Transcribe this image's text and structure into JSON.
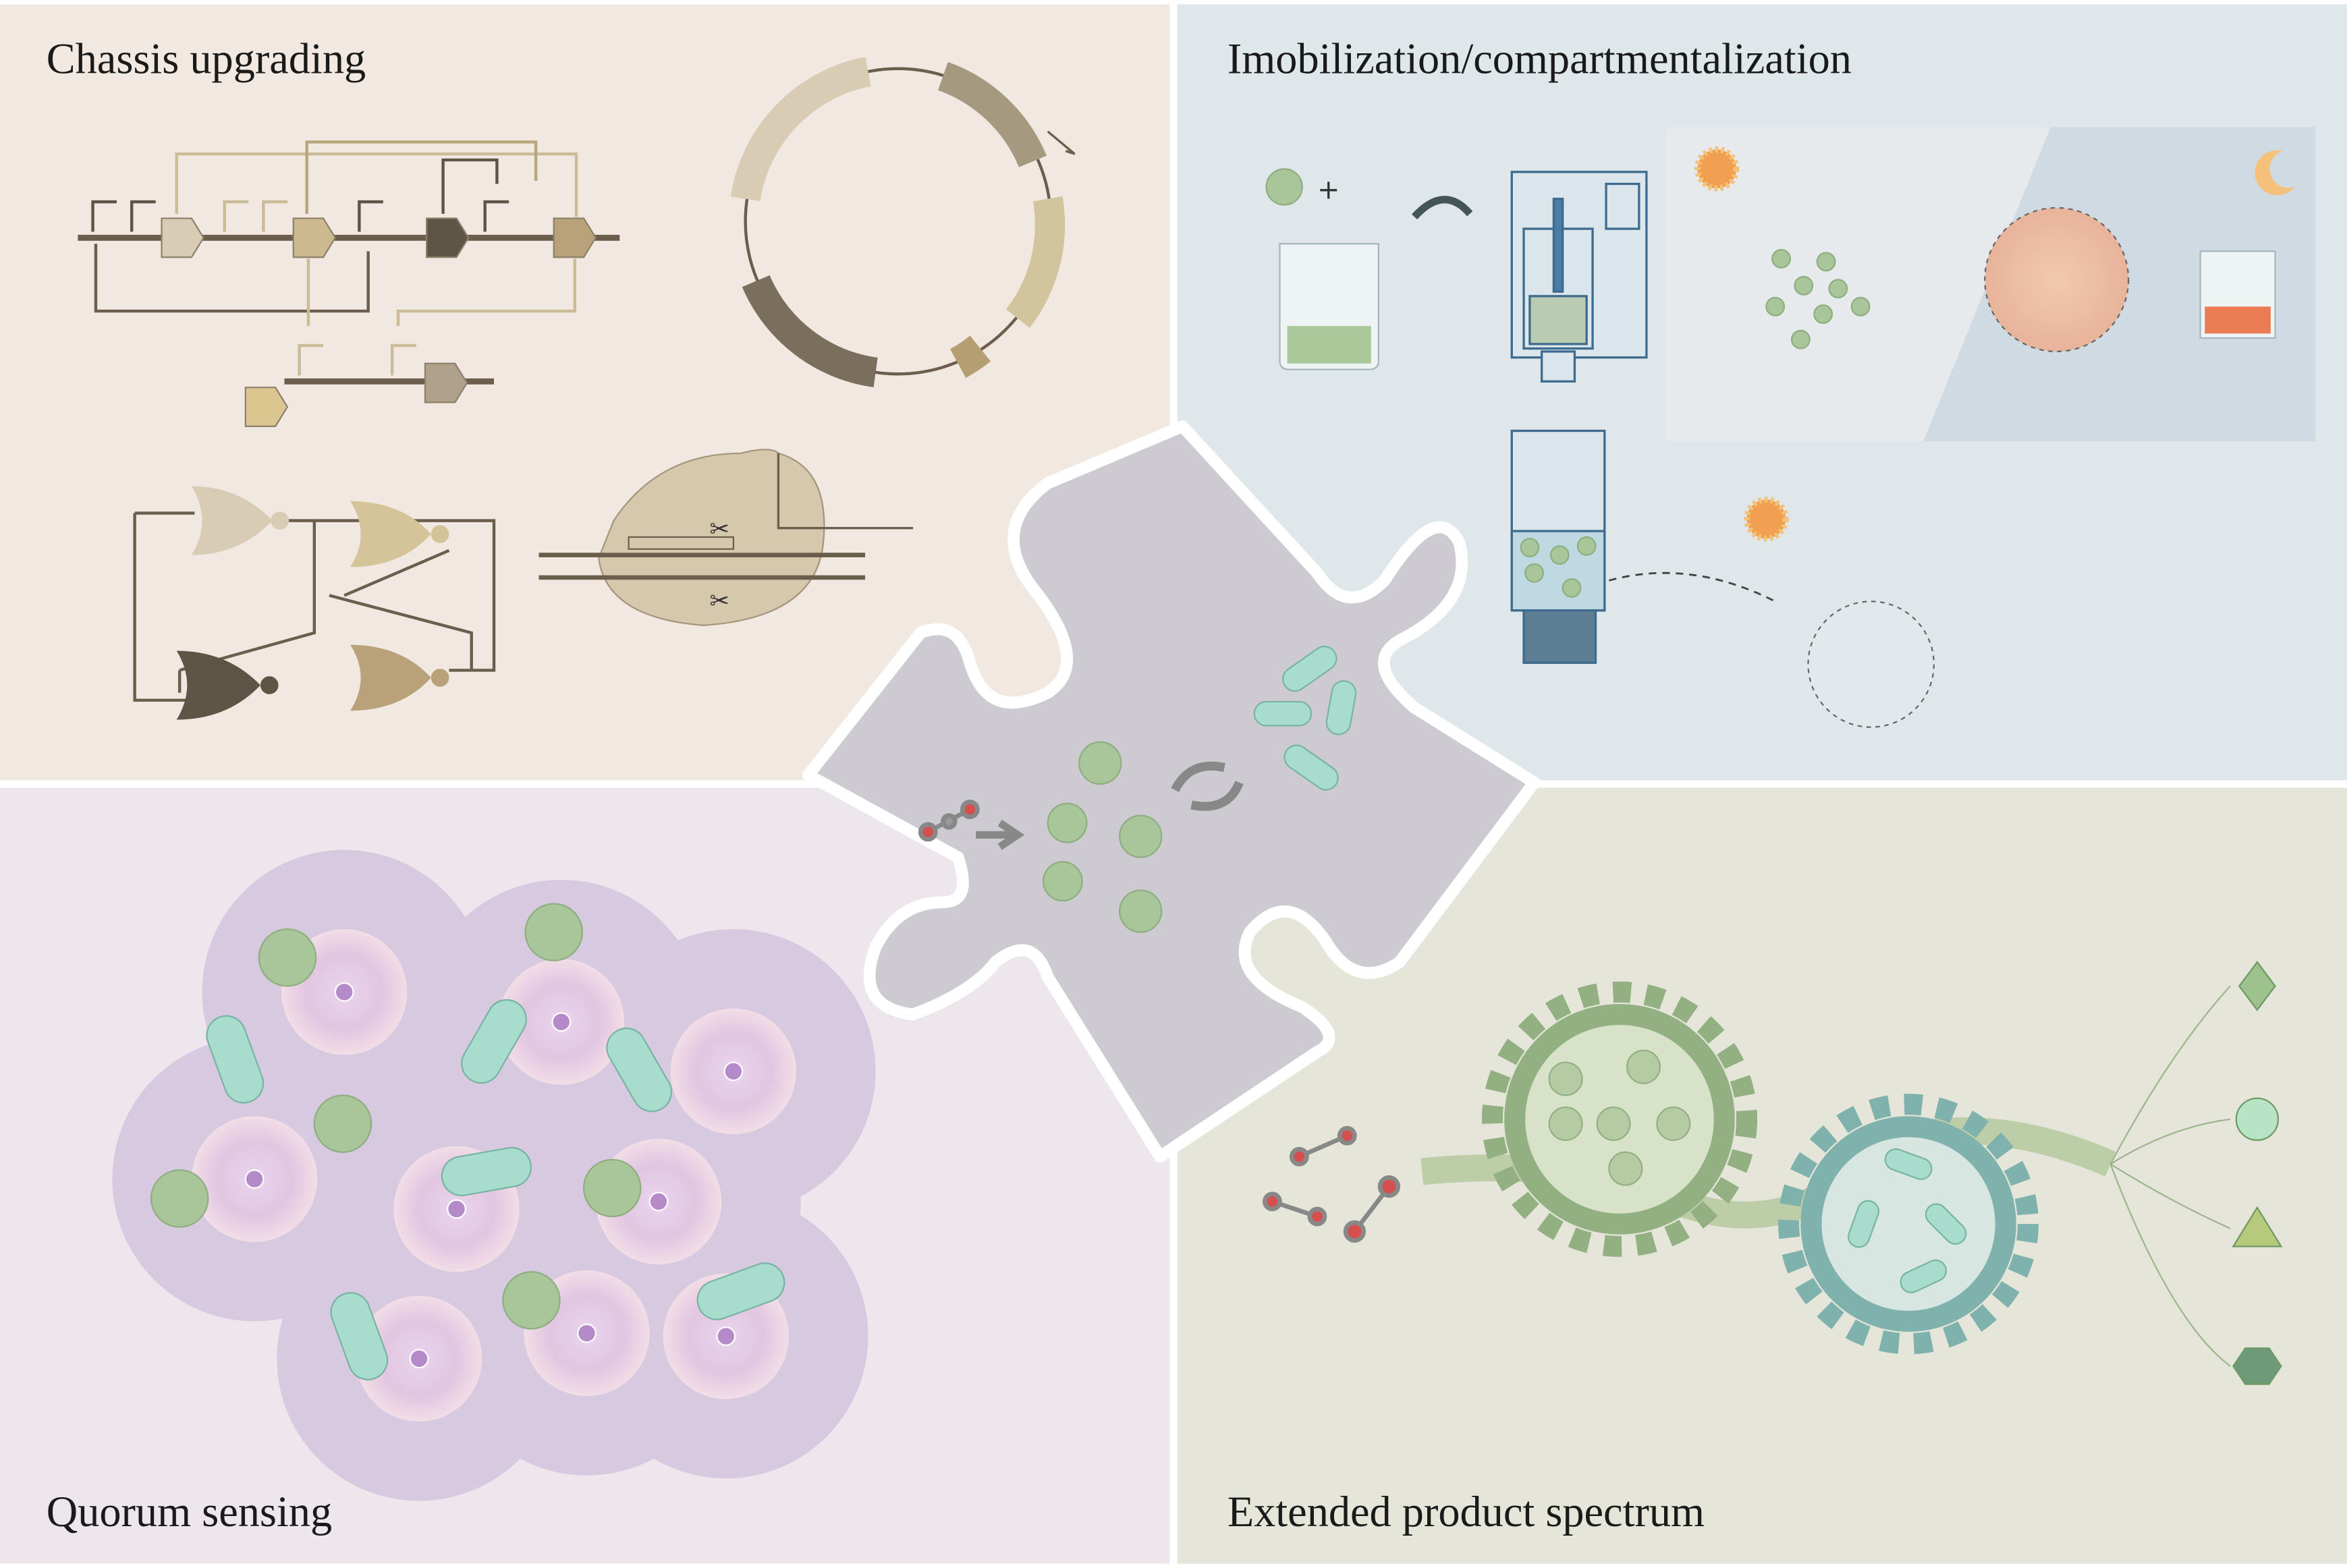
{
  "panels": {
    "top_left": {
      "title": "Chassis upgrading",
      "bg": "#f1e9e1"
    },
    "top_right": {
      "title": "Imobilization/compartmentalization",
      "bg": "#dfe7ea"
    },
    "bottom_left": {
      "title": "Quorum sensing",
      "bg": "#ede6ec"
    },
    "bottom_right": {
      "title": "Extended product spectrum",
      "bg": "#e5e6d9"
    }
  },
  "center": {
    "puzzle_color": "#cdcbd1"
  },
  "colors": {
    "cell_green": "#a9c59a",
    "bacteria_teal": "#a8dccd",
    "sun_orange": "#f0a050",
    "qs_purple": "#d6c9e0",
    "gene_brown": "#7a6e5c",
    "gear_green": "#93b083",
    "gear_teal": "#7fb1ad"
  }
}
